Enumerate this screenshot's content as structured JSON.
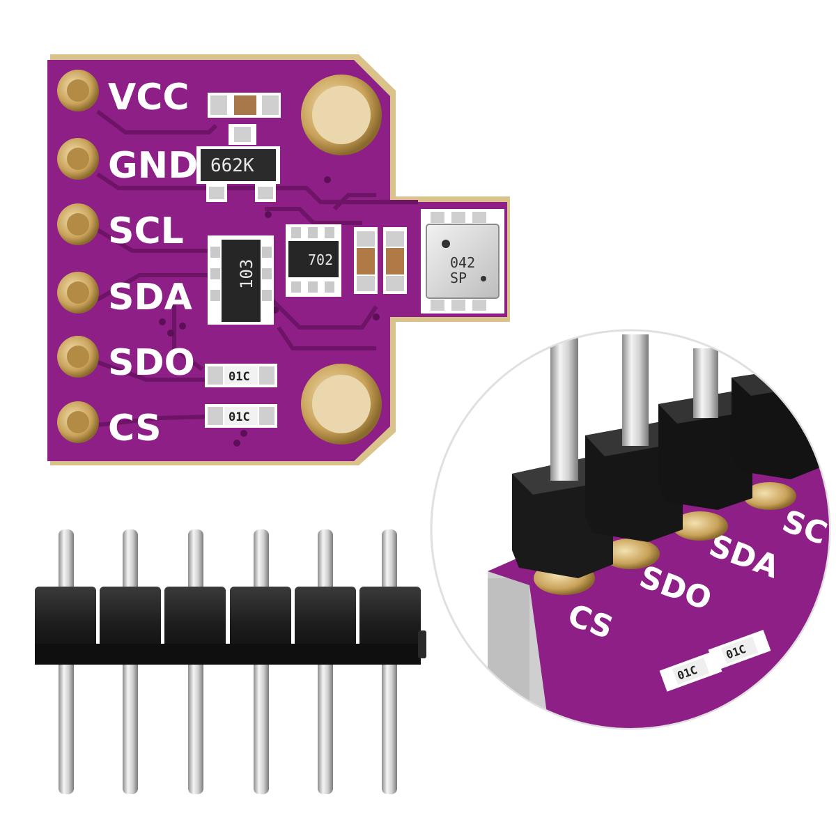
{
  "photo": {
    "colors": {
      "pcb": "#8e1f86",
      "pcb_dark": "#6e1466",
      "trace": "#7a1673",
      "gold": "#c9a25a",
      "gold_light": "#e8cf95",
      "header_black": "#1c1c1c",
      "pin_silver": "#d7d7d7",
      "background": "#ffffff"
    },
    "board": {
      "pin_labels": [
        "VCC",
        "GND",
        "SCL",
        "SDA",
        "SDO",
        "CS"
      ],
      "chip_regulator_marking": "662K",
      "chip_resistor_array_marking": "103",
      "chip_mosfet_marking": "702",
      "sensor_marking_line1": "042",
      "sensor_marking_line2": "SP",
      "resistor_markings": [
        "01C",
        "01C"
      ]
    },
    "header": {
      "pin_count": 6
    },
    "closeup": {
      "visible_labels": [
        "CS",
        "SDO",
        "SDA",
        "SC"
      ],
      "resistor_markings": [
        "01C",
        "01C"
      ]
    }
  }
}
